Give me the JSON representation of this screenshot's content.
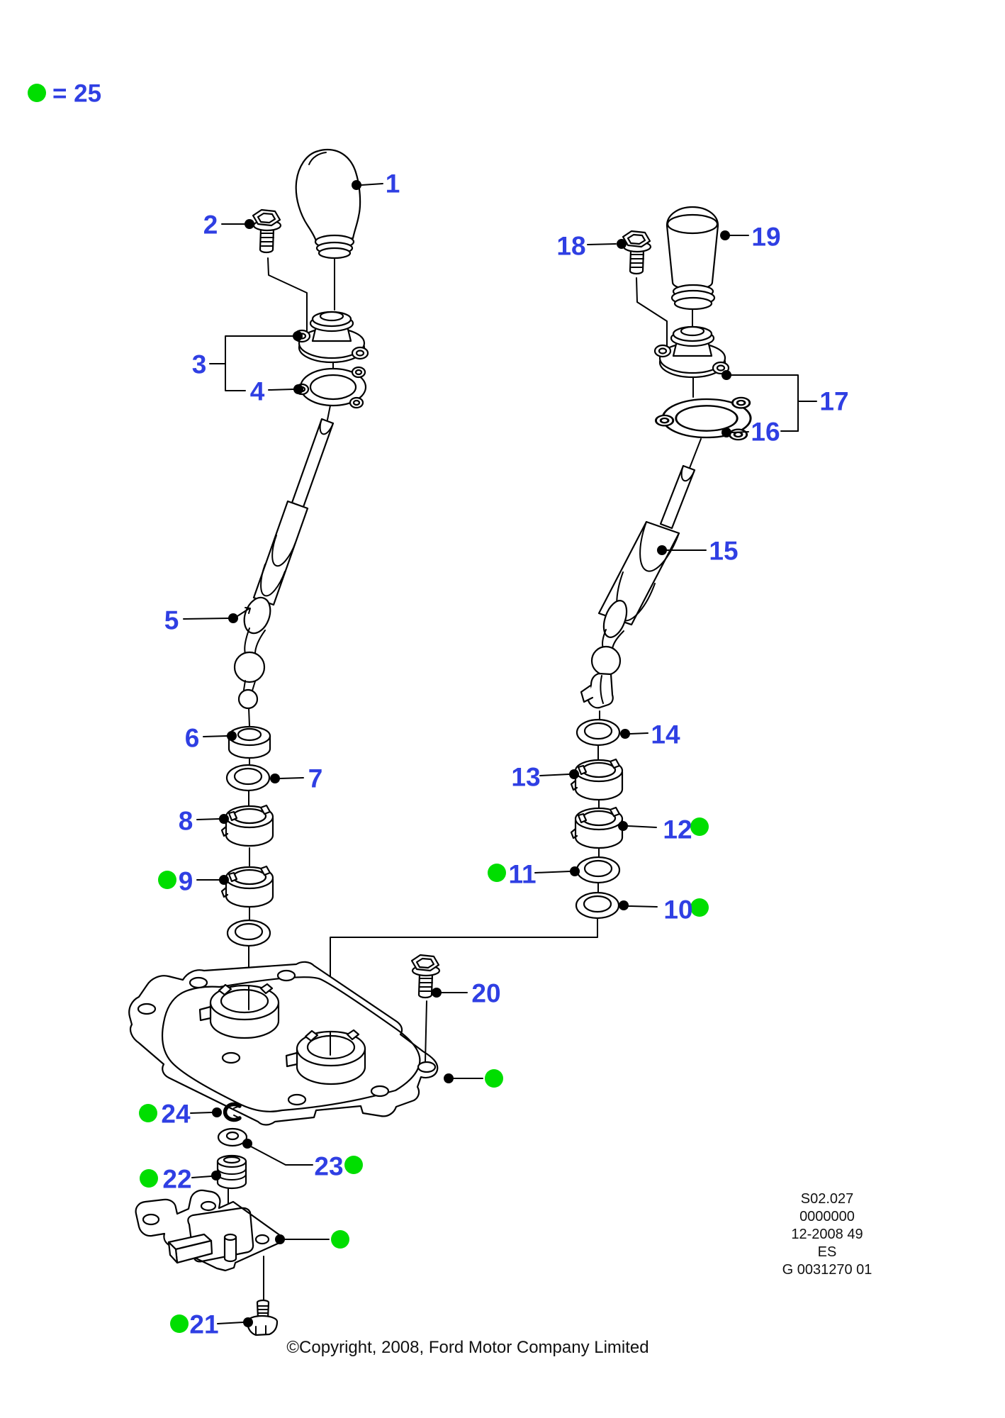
{
  "diagram": {
    "title_hint": "exploded-parts-diagram",
    "legend": {
      "marker": "green-dot",
      "text": "= 25"
    },
    "callouts": {
      "1": "1",
      "2": "2",
      "3": "3",
      "4": "4",
      "5": "5",
      "6": "6",
      "7": "7",
      "8": "8",
      "9": "9",
      "10": "10",
      "11": "11",
      "12": "12",
      "13": "13",
      "14": "14",
      "15": "15",
      "16": "16",
      "17": "17",
      "18": "18",
      "19": "19",
      "20": "20",
      "21": "21",
      "22": "22",
      "23": "23",
      "24": "24"
    },
    "green_marked_callouts": [
      "9",
      "10",
      "11",
      "12",
      "21",
      "22",
      "23",
      "24"
    ],
    "unlabeled_green_markers": 2,
    "copyright": "©Copyright, 2008, Ford Motor Company Limited",
    "stamp": [
      "S02.027",
      "0000000",
      "12-2008 49",
      "ES",
      "G 0031270 01"
    ],
    "colors": {
      "callout_blue": "#2F3FE3",
      "marker_green": "#00DE00",
      "line": "#000000",
      "background": "#FFFFFF"
    }
  }
}
